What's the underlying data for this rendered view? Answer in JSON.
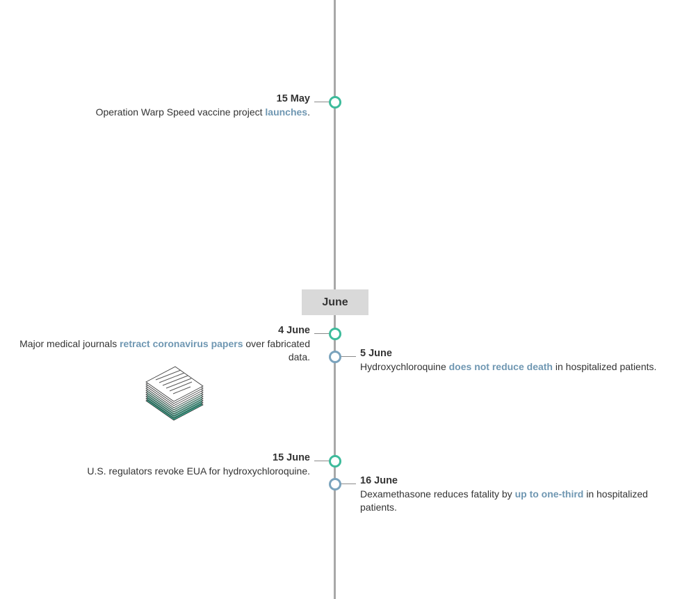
{
  "colors": {
    "axis": "#a8a8a8",
    "node_green": "#3dbb9b",
    "node_blue": "#7aa3bd",
    "link": "#6f97b2",
    "month_bg": "#d9d9d9",
    "text": "#333333"
  },
  "month_label": "June",
  "events": {
    "may15": {
      "date": "15 May",
      "pre": "Operation Warp Speed vaccine project ",
      "link": "launches",
      "post": "."
    },
    "jun4": {
      "date": "4 June",
      "pre": "Major medical journals ",
      "link": "retract coronavirus papers",
      "post": " over fabricated",
      "line2": "data."
    },
    "jun5": {
      "date": "5 June",
      "pre": "Hydroxychloroquine ",
      "link": "does not reduce death",
      "post": " in hospitalized patients."
    },
    "jun15": {
      "date": "15 June",
      "text": "U.S. regulators revoke EUA for hydroxychloroquine."
    },
    "jun16": {
      "date": "16 June",
      "pre": "Dexamethasone reduces fatality by ",
      "link": "up to one-third",
      "post": " in hospitalized",
      "line2": "patients."
    }
  },
  "illustration": {
    "icon": "paper-stack-icon"
  }
}
